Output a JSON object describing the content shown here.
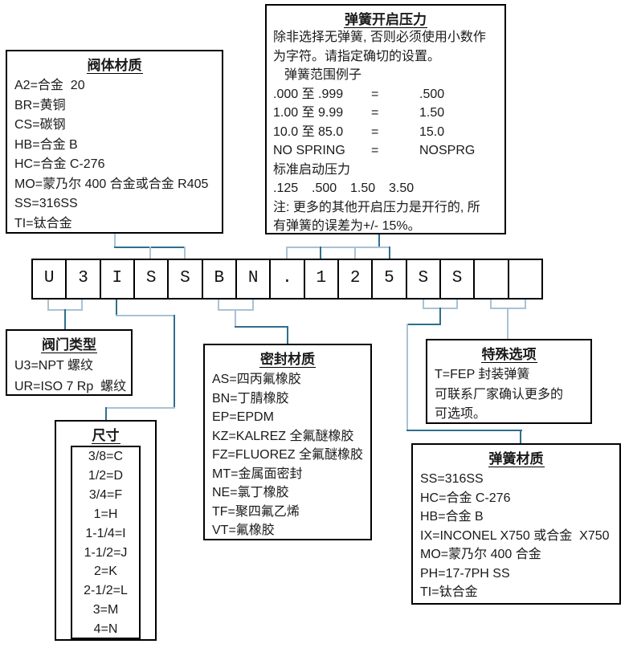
{
  "colors": {
    "connector_light": "#a9c2d4",
    "connector_dark": "#2f6f8f",
    "box_border": "#000000",
    "text": "#1a1a1a"
  },
  "code_cells": [
    "U",
    "3",
    "I",
    "S",
    "S",
    "B",
    "N",
    ".",
    "1",
    "2",
    "5",
    "S",
    "S",
    "",
    ""
  ],
  "boxes": {
    "valve_body_material": {
      "title": "阀体材质",
      "items": [
        "A2=合金  20",
        "BR=黄铜",
        "CS=碳钢",
        "HB=合金 B",
        "HC=合金 C-276",
        "MO=蒙乃尔 400 合金或合金 R405",
        "SS=316SS",
        "TI=钛合金"
      ]
    },
    "spring_pressure": {
      "title": "弹簧开启压力",
      "intro_lines": [
        "除非选择无弹簧, 否则必须使用小数作",
        "为字符。请指定确切的设置。"
      ],
      "example_label": "弹簧范围例子",
      "examples": [
        [
          ".000 至 .999",
          "=",
          ".500"
        ],
        [
          "1.00 至 9.99",
          "=",
          "1.50"
        ],
        [
          "10.0 至 85.0",
          "=",
          "15.0"
        ],
        [
          "NO SPRING",
          "=",
          "NOSPRG"
        ]
      ],
      "standard_label": "标准启动压力",
      "standard_values": [
        [
          ".125",
          ".500",
          "1.50",
          "3.50"
        ]
      ],
      "note_lines": [
        "注: 更多的其他开启压力是开行的, 所",
        "有弹簧的误差为+/- 15%。"
      ]
    },
    "valve_type": {
      "title": "阀门类型",
      "items": [
        "U3=NPT 螺纹",
        "UR=ISO 7 Rp  螺纹"
      ]
    },
    "size": {
      "title": "尺寸",
      "items": [
        "3/8=C",
        "1/2=D",
        "3/4=F",
        "1=H",
        "1-1/4=I",
        "1-1/2=J",
        "2=K",
        "2-1/2=L",
        "3=M",
        "4=N"
      ]
    },
    "seal_material": {
      "title": "密封材质",
      "items": [
        "AS=四丙氟橡胶",
        "BN=丁腈橡胶",
        "EP=EPDM",
        "KZ=KALREZ 全氟醚橡胶",
        "FZ=FLUOREZ 全氟醚橡胶",
        "MT=金属面密封",
        "NE=氯丁橡胶",
        "TF=聚四氟乙烯",
        "VT=氟橡胶"
      ]
    },
    "special_options": {
      "title": "特殊选项",
      "items": [
        "T=FEP 封装弹簧",
        "可联系厂家确认更多的",
        "可选项。"
      ]
    },
    "spring_material": {
      "title": "弹簧材质",
      "items": [
        "SS=316SS",
        "HC=合金 C-276",
        "HB=合金 B",
        "IX=INCONEL X750 或合金  X750",
        "MO=蒙乃尔 400 合金",
        "PH=17-7PH SS",
        "TI=钛合金"
      ]
    }
  }
}
